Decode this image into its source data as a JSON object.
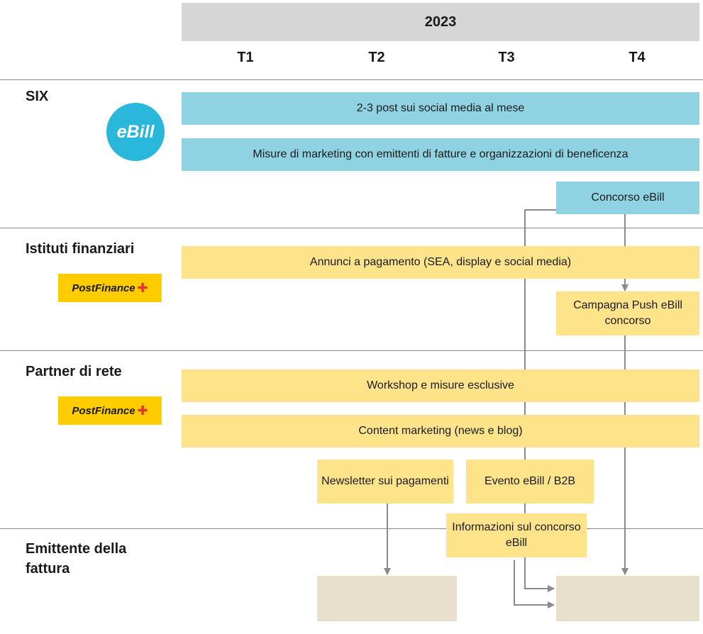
{
  "header": {
    "year": "2023",
    "quarters": [
      "T1",
      "T2",
      "T3",
      "T4"
    ]
  },
  "sections": {
    "six": "SIX",
    "istituti": "Istituti finanziari",
    "partner": "Partner di rete",
    "emittente": "Emittente della fattura"
  },
  "logos": {
    "ebill": "eBill",
    "postfinance": "PostFinance"
  },
  "boxes": {
    "social_media": "2-3 post sui social media al mese",
    "misure_marketing": "Misure di marketing con emittenti di fatture e organizzazioni di beneficenza",
    "concorso": "Concorso eBill",
    "annunci": "Annunci a pagamento (SEA, display e social media)",
    "campagna_push": "Campagna Push eBill concorso",
    "workshop": "Workshop e misure esclusive",
    "content_marketing": "Content marketing (news e blog)",
    "newsletter": "Newsletter sui pagamenti",
    "evento": "Evento eBill / B2B",
    "informazioni": "Informazioni sul concorso eBill"
  },
  "colors": {
    "blue_box": "#8fd3e2",
    "yellow_box": "#fde48a",
    "beige_box": "#e8dfcd",
    "header_bar": "#d6d6d6",
    "ebill_logo": "#29b8dc",
    "postfinance_yellow": "#ffcc00",
    "arrow": "#8a8a8a"
  }
}
